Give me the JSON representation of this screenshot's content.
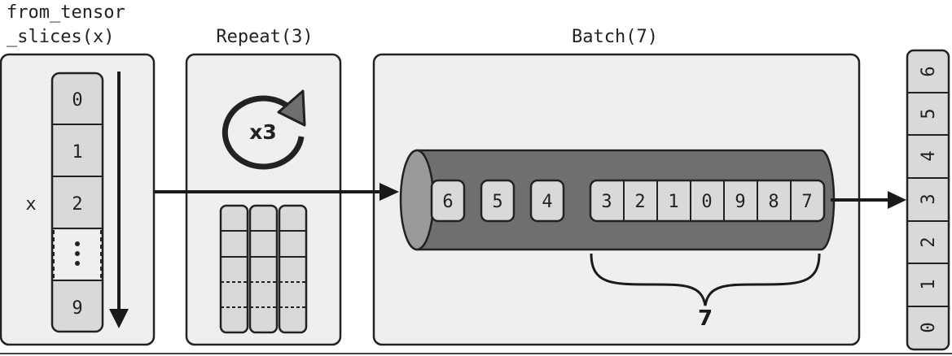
{
  "stages": {
    "source_label_line1": "from_tensor",
    "source_label_line2": "_slices(x)",
    "repeat_label": "Repeat(3)",
    "batch_label": "Batch(7)"
  },
  "source": {
    "var_label": "x",
    "cells": [
      "0",
      "1",
      "2",
      "9"
    ]
  },
  "repeat": {
    "badge": "x3"
  },
  "queue": {
    "pending_items": [
      "6",
      "5",
      "4"
    ],
    "batch_items": [
      "3",
      "2",
      "1",
      "0",
      "9",
      "8",
      "7"
    ],
    "brace_label": "7"
  },
  "output": {
    "batch_items": [
      "6",
      "5",
      "4",
      "3",
      "2",
      "1",
      "0"
    ]
  },
  "colors": {
    "panel_fill": "#efefef",
    "cylinder_fill": "#6f6f6f",
    "cell_fill": "#d9d9d9",
    "stroke": "#222222"
  }
}
